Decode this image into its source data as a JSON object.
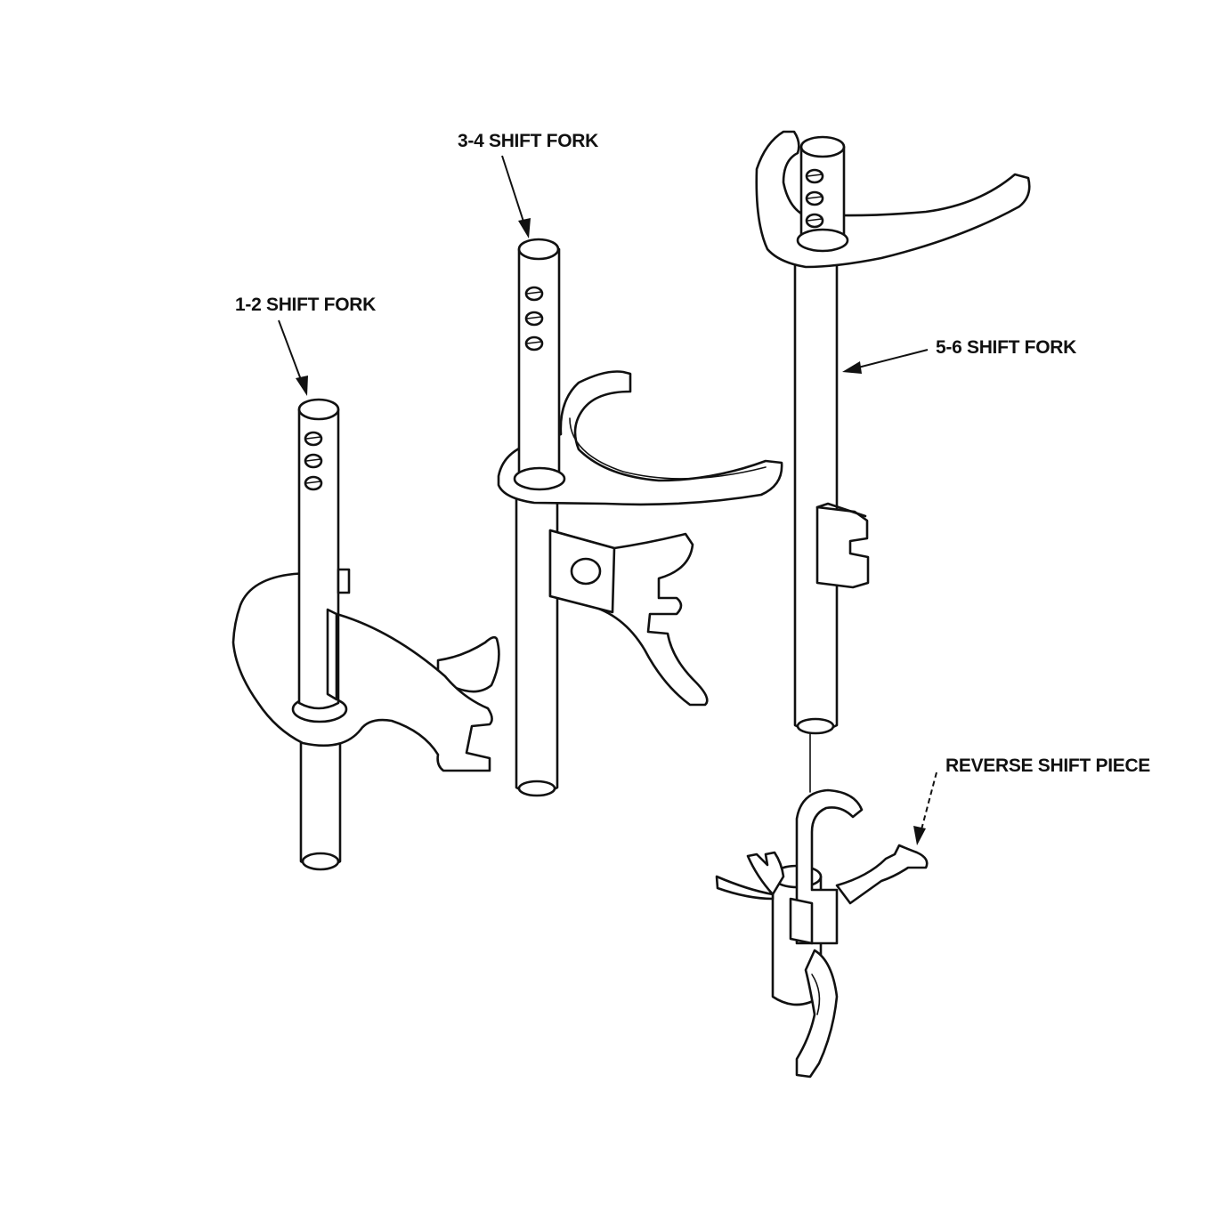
{
  "labels": {
    "fork_3_4": "3-4 SHIFT FORK",
    "fork_1_2": "1-2 SHIFT FORK",
    "fork_5_6": "5-6 SHIFT FORK",
    "reverse_piece": "REVERSE SHIFT PIECE"
  },
  "colors": {
    "line": "#111111",
    "background": "#ffffff"
  }
}
